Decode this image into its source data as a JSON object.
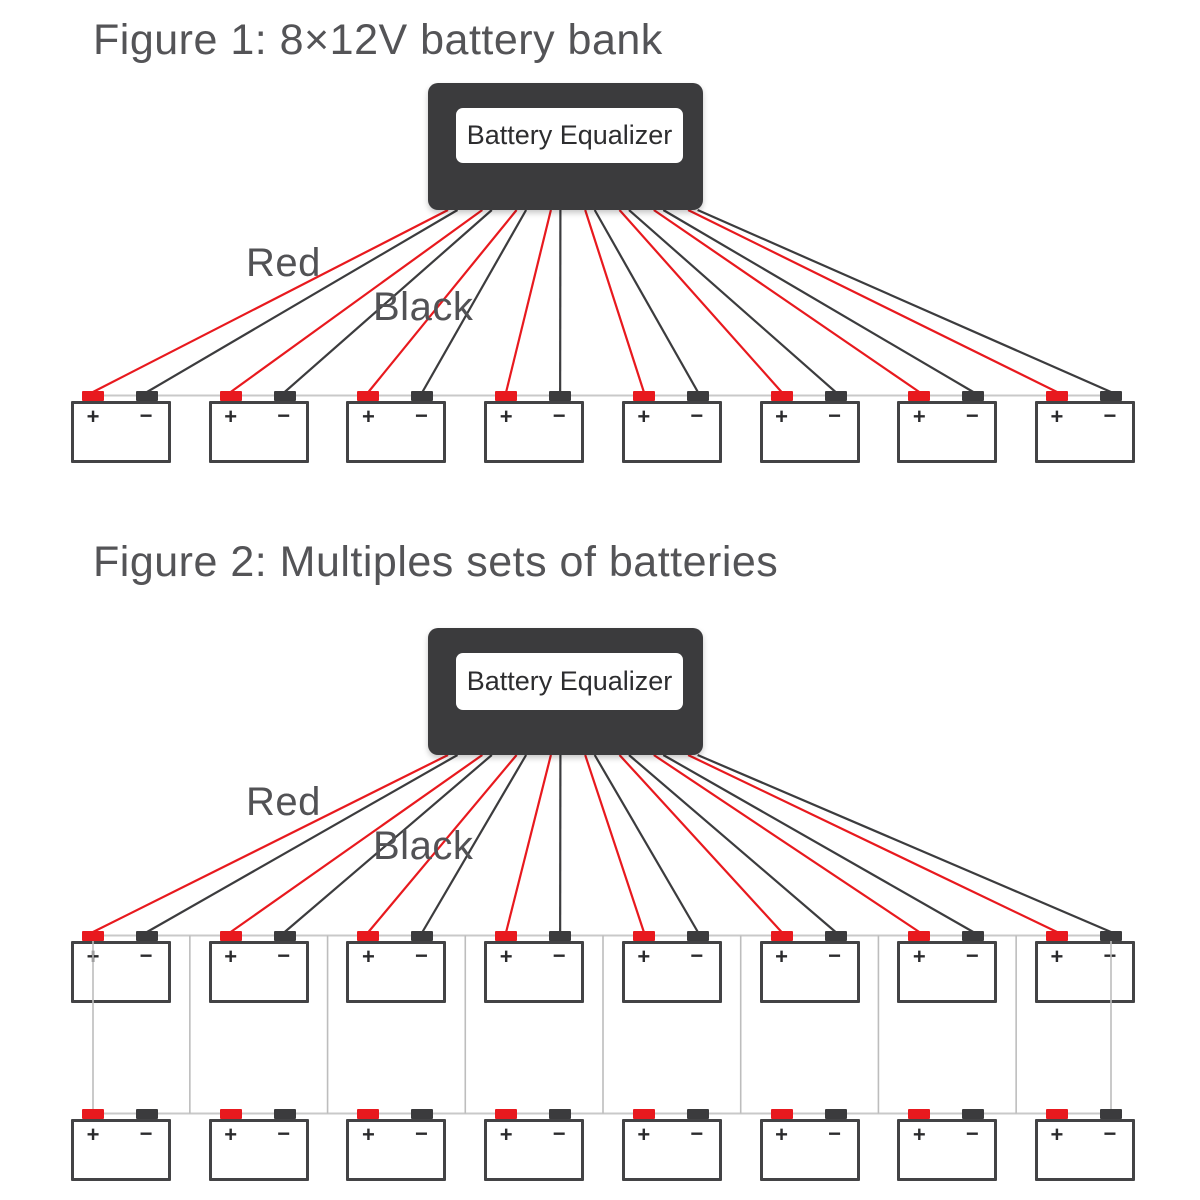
{
  "figures": [
    {
      "title": "Figure 1: 8×12V battery bank",
      "equalizer_label": "Battery Equalizer",
      "labels": {
        "red": "Red",
        "black": "Black"
      },
      "rows": 1,
      "batteries_per_row": 8
    },
    {
      "title": "Figure 2: Multiples sets of batteries",
      "equalizer_label": "Battery Equalizer",
      "labels": {
        "red": "Red",
        "black": "Black"
      },
      "rows": 2,
      "batteries_per_row": 8
    }
  ],
  "battery_symbols": {
    "plus": "+",
    "minus": "−"
  },
  "colors": {
    "wire_red": "#e8191e",
    "wire_black": "#3c3c3e",
    "terminal_red": "#e8191e",
    "terminal_black": "#3b3b3d",
    "equalizer_body": "#3b3b3d",
    "equalizer_text": "#2d2d2f",
    "series_rail_gray": "#c9c9c9",
    "parallel_link_gray": "#bdbdbd",
    "battery_border": "#434345",
    "title_text": "#545457"
  }
}
